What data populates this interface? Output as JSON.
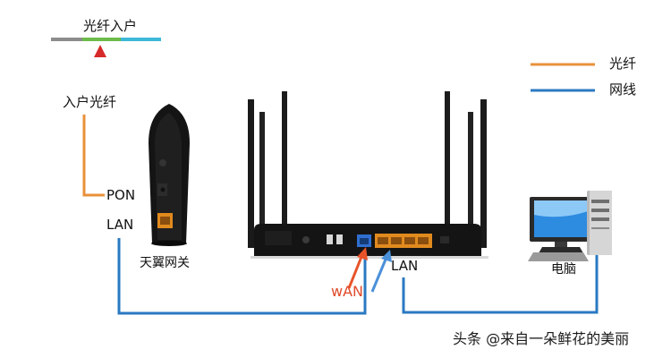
{
  "top_label": "光纤入户",
  "legend": {
    "items": [
      {
        "label": "光纤",
        "color": "#E8913B"
      },
      {
        "label": "网线",
        "color": "#2A79C2"
      }
    ]
  },
  "labels": {
    "fiber_in": "入户光纤",
    "pon": "PON",
    "lan_modem": "LAN",
    "modem_name": "天翼网关",
    "wan": "wAN",
    "lan_router": "LAN",
    "computer": "电脑"
  },
  "watermark": "头条 @来自一朵鲜花的美丽",
  "colors": {
    "fiber": "#E8913B",
    "ethernet": "#2A79C2",
    "wan_arrow": "#E8542A",
    "lan_arrow": "#4A90D9",
    "marker": "#D62A2A",
    "bar_gray": "#8C8C8C",
    "bar_green": "#6DBB4A",
    "bar_cyan": "#3DB8D8",
    "device_black": "#141414",
    "port_orange": "#E08A1E",
    "port_blue": "#2F6FD0",
    "wan_text": "#E04A2A"
  }
}
